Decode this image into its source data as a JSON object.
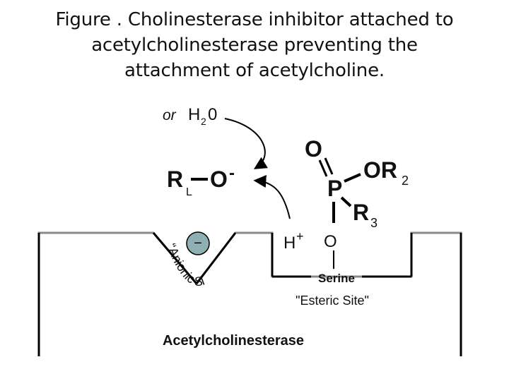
{
  "title_lines": [
    "Figure . Cholinesterase inhibitor attached to",
    "acetylcholinesterase preventing the",
    "attachment of acetylcholine."
  ],
  "water": {
    "or": "or",
    "h": "H",
    "sub": "2",
    "o": "0"
  },
  "leaving_group": {
    "r": "R",
    "sub": "L",
    "o": "O",
    "charge": "-"
  },
  "phosphate": {
    "o_top": "O",
    "p": "P",
    "or2_label": "OR",
    "or2_sub": "2",
    "r3_label": "R",
    "r3_sub": "3"
  },
  "proton": {
    "h": "H",
    "charge": "+"
  },
  "serine_oxygen": "O",
  "anionic_charge": "−",
  "anionic_site_label": "“Anionic Site”",
  "serine_label": "Serine",
  "esteric_site_label": "\"Esteric Site\"",
  "enzyme_label": "Acetylcholinesterase",
  "colors": {
    "line": "#000000",
    "gray_line": "#8a8a8a",
    "anion_fill": "#8fb0b3",
    "text": "#111111"
  }
}
